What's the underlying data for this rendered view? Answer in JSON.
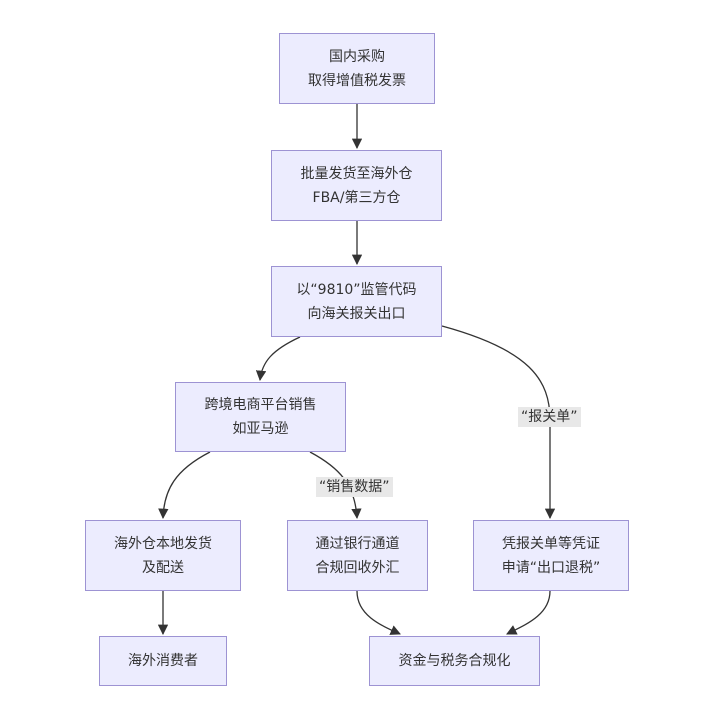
{
  "nodes": {
    "purchase": {
      "line1": "国内采购",
      "line2": "取得增值税发票"
    },
    "ship": {
      "line1": "批量发货至海外仓",
      "line2": "FBA/第三方仓"
    },
    "export": {
      "line1": "以“9810”监管代码",
      "line2": "向海关报关出口"
    },
    "sales": {
      "line1": "跨境电商平台销售",
      "line2": "如亚马逊"
    },
    "delivery": {
      "line1": "海外仓本地发货",
      "line2": "及配送"
    },
    "forex": {
      "line1": "通过银行通道",
      "line2": "合规回收外汇"
    },
    "refund": {
      "line1": "凭报关单等凭证",
      "line2": "申请“出口退税”"
    },
    "consumer": {
      "line1": "海外消费者"
    },
    "compliance": {
      "line1": "资金与税务合规化"
    }
  },
  "edge_labels": {
    "customs_declaration": "“报关单”",
    "sales_data": "“销售数据”"
  },
  "colors": {
    "node_fill": "#ececfe",
    "node_border": "#9d93d3",
    "edge": "#333333",
    "label_bg": "#e8e8e8",
    "text": "#333333"
  }
}
